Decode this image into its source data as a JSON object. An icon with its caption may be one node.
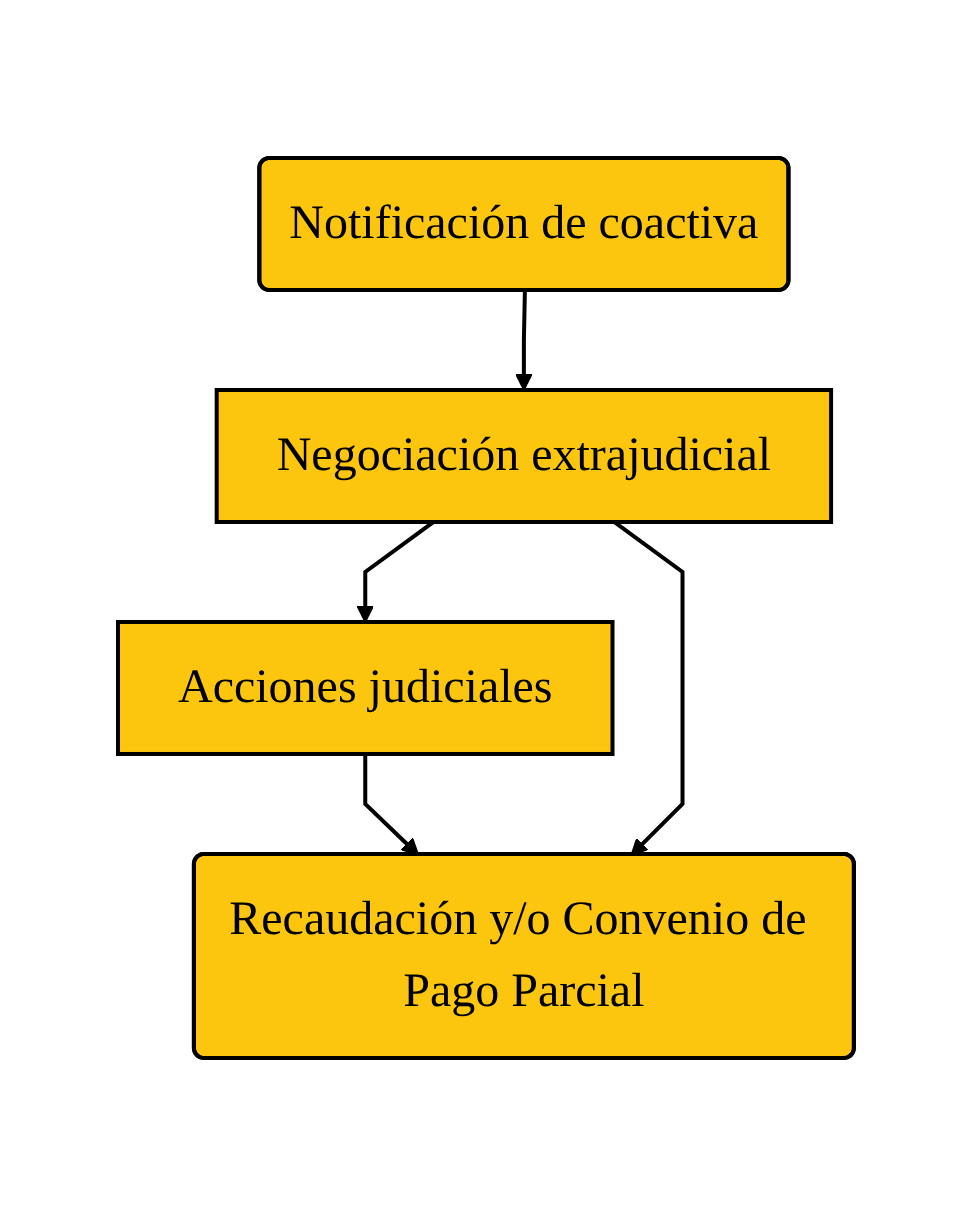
{
  "diagram": {
    "nodes": [
      {
        "text": [
          "Notificación de coactiva"
        ]
      },
      {
        "text": [
          "Negociación extrajudicial"
        ]
      },
      {
        "text": [
          "Acciones judiciales"
        ]
      },
      {
        "text": [
          "Recaudación y/o Convenio de Pago Parcial"
        ]
      }
    ],
    "edges": [
      {
        "from": 0,
        "to": 1,
        "arrow": "to"
      },
      {
        "from": 1,
        "to": 2,
        "arrow": "to"
      },
      {
        "from": 2,
        "to": 3,
        "arrow": "to"
      },
      {
        "from": 1,
        "to": 3,
        "arrow": "to"
      }
    ]
  }
}
